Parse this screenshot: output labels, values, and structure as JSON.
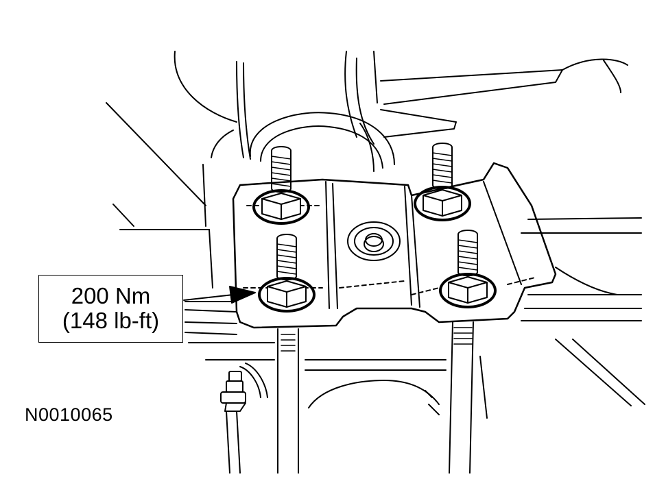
{
  "callout": {
    "torque_metric": "200 Nm",
    "torque_imperial": "(148 lb-ft)"
  },
  "figure_id": "N0010065",
  "colors": {
    "line": "#000000",
    "background": "#ffffff"
  },
  "components": {
    "plate": "spring-plate",
    "nuts": 4,
    "studs": 4
  }
}
